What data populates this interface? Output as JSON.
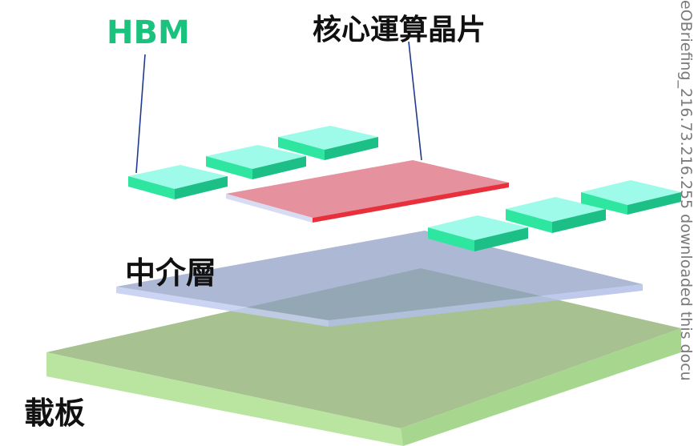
{
  "labels": {
    "hbm": "HBM",
    "core_chip": "核心運算晶片",
    "interposer": "中介層",
    "substrate": "載板"
  },
  "watermark": "eOBriefing_216.73.216.255 downloaded this docu",
  "colors": {
    "hbm_label": "#19c37d",
    "hbm_top": "#9ffbe9",
    "hbm_front": "#2ee6a0",
    "core_top": "#e6919e",
    "core_edge": "#e8303c",
    "interposer": "#8e9cc4",
    "substrate_top": "#9dbb84",
    "substrate_side": "#b9e5a0",
    "leader_line": "#1f3b8c"
  }
}
